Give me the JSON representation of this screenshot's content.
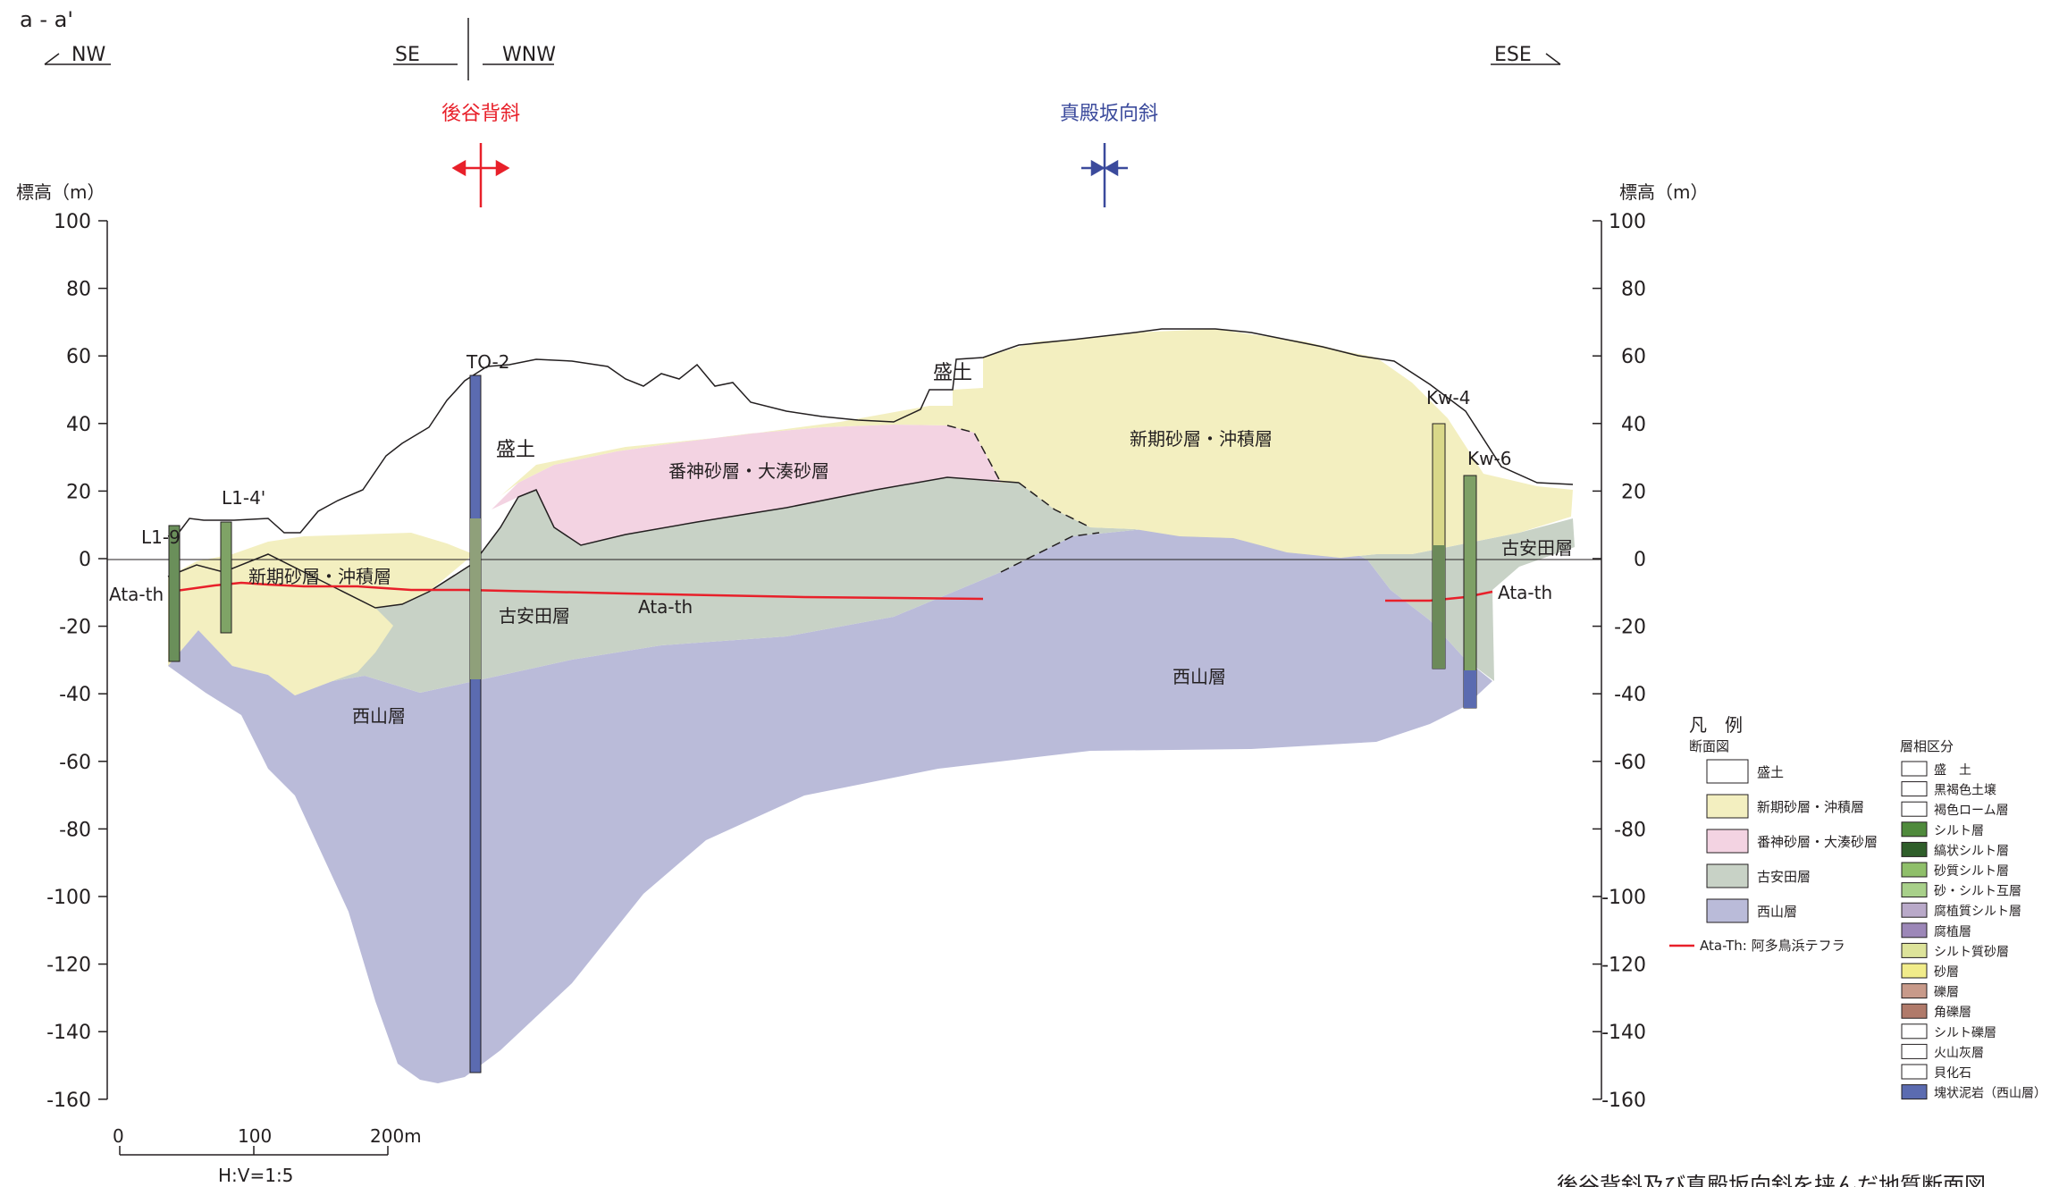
{
  "section_label": "a - a'",
  "directions": {
    "nw": "NW",
    "se": "SE",
    "wnw": "WNW",
    "ese": "ESE"
  },
  "structures": {
    "anticline": {
      "name": "後谷背斜",
      "color": "#e8202a"
    },
    "syncline": {
      "name": "真殿坂向斜",
      "color": "#3b4a9c"
    }
  },
  "axes": {
    "left_unit": "標高（m）",
    "right_unit": "標高（m）",
    "ticks": [
      "100",
      "80",
      "60",
      "40",
      "20",
      "0",
      "-20",
      "-40",
      "-60",
      "-80",
      "-100",
      "-120",
      "-140",
      "-160"
    ]
  },
  "boreholes": {
    "l19": "L1-9",
    "l14": "L1-4'",
    "to2": "TO-2",
    "kw4": "Kw-4",
    "kw6": "Kw-6"
  },
  "layer_labels": {
    "fill_a": "盛土",
    "fill_b": "盛土",
    "shinki_left": "新期砂層・沖積層",
    "shinki_right": "新期砂層・沖積層",
    "banjin": "番神砂層・大湊砂層",
    "koyasuda_center": "古安田層",
    "koyasuda_right": "古安田層",
    "nishiyama_left": "西山層",
    "nishiyama_right": "西山層",
    "ata_left": "Ata-th",
    "ata_center": "Ata-th",
    "ata_right": "Ata-th"
  },
  "scale": {
    "ticks": [
      "0",
      "100",
      "200m"
    ],
    "ratio": "H:V=1:5"
  },
  "legend": {
    "title": "凡　例",
    "section_title": "断面図",
    "items": [
      {
        "label": "盛土",
        "color": "#ffffff"
      },
      {
        "label": "新期砂層・沖積層",
        "color": "#f3efc0"
      },
      {
        "label": "番神砂層・大湊砂層",
        "color": "#f3d3e2"
      },
      {
        "label": "古安田層",
        "color": "#c8d2c6"
      },
      {
        "label": "西山層",
        "color": "#babbd9"
      }
    ],
    "tephra": "Ata-Th: 阿多鳥浜テフラ",
    "facies_title": "層相区分",
    "facies": [
      {
        "label": "盛　土",
        "color": "#ffffff"
      },
      {
        "label": "黒褐色土壌",
        "color": "#ffffff"
      },
      {
        "label": "褐色ローム層",
        "color": "#ffffff"
      },
      {
        "label": "シルト層",
        "color": "#4f8a3c"
      },
      {
        "label": "縞状シルト層",
        "color": "#2f5e2a"
      },
      {
        "label": "砂質シルト層",
        "color": "#8fbf6a"
      },
      {
        "label": "砂・シルト互層",
        "color": "#a8d08a"
      },
      {
        "label": "腐植質シルト層",
        "color": "#b9a9c9"
      },
      {
        "label": "腐植層",
        "color": "#9c87b8"
      },
      {
        "label": "シルト質砂層",
        "color": "#dde39a"
      },
      {
        "label": "砂層",
        "color": "#f1ec8a"
      },
      {
        "label": "礫層",
        "color": "#c89a8a"
      },
      {
        "label": "角礫層",
        "color": "#b07a6a"
      },
      {
        "label": "シルト礫層",
        "color": "#ffffff"
      },
      {
        "label": "火山灰層",
        "color": "#ffffff"
      },
      {
        "label": "貝化石",
        "color": "#ffffff"
      },
      {
        "label": "塊状泥岩（西山層）",
        "color": "#5b6bb0"
      }
    ]
  },
  "caption": "後谷背斜及び真殿坂向斜を挟んだ地質断面図"
}
